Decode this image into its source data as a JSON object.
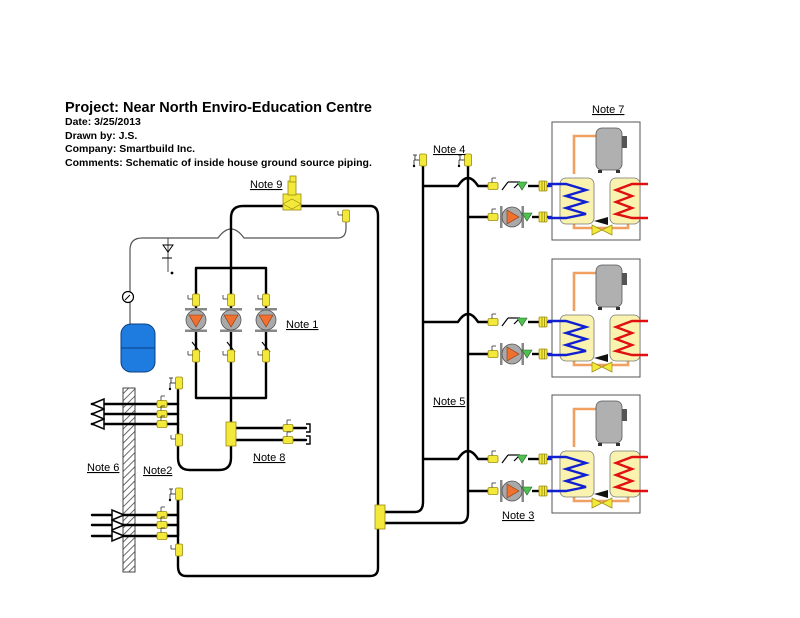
{
  "title_block": {
    "project": "Project: Near North Enviro-Education Centre",
    "date": "Date: 3/25/2013",
    "drawn_by": "Drawn by: J.S.",
    "company": "Company: Smartbuild Inc.",
    "comments": "Comments: Schematic of inside house ground source piping."
  },
  "notes": {
    "note1": "Note 1",
    "note2": "Note2",
    "note3": "Note 3",
    "note4": "Note 4",
    "note5": "Note 5",
    "note6": "Note 6",
    "note7": "Note 7",
    "note8": "Note 8",
    "note9": "Note 9"
  },
  "colors": {
    "pipe": "#000000",
    "brass_fitting": "#f3e93a",
    "pump_body": "#a9a9a9",
    "pump_impeller": "#f07030",
    "expansion_tank": "#1e7be0",
    "cold_coil": "#1020d0",
    "hot_coil": "#e01010",
    "refrigerant_line": "#f0a060",
    "exchanger_shell": "#faf3b0",
    "compressor": "#b0b0b0",
    "check_valve_green": "#50c050"
  },
  "components": {
    "heat_pumps": 3,
    "circulator_pumps_header": 3,
    "supply_lines": 3,
    "return_lines": 3
  }
}
